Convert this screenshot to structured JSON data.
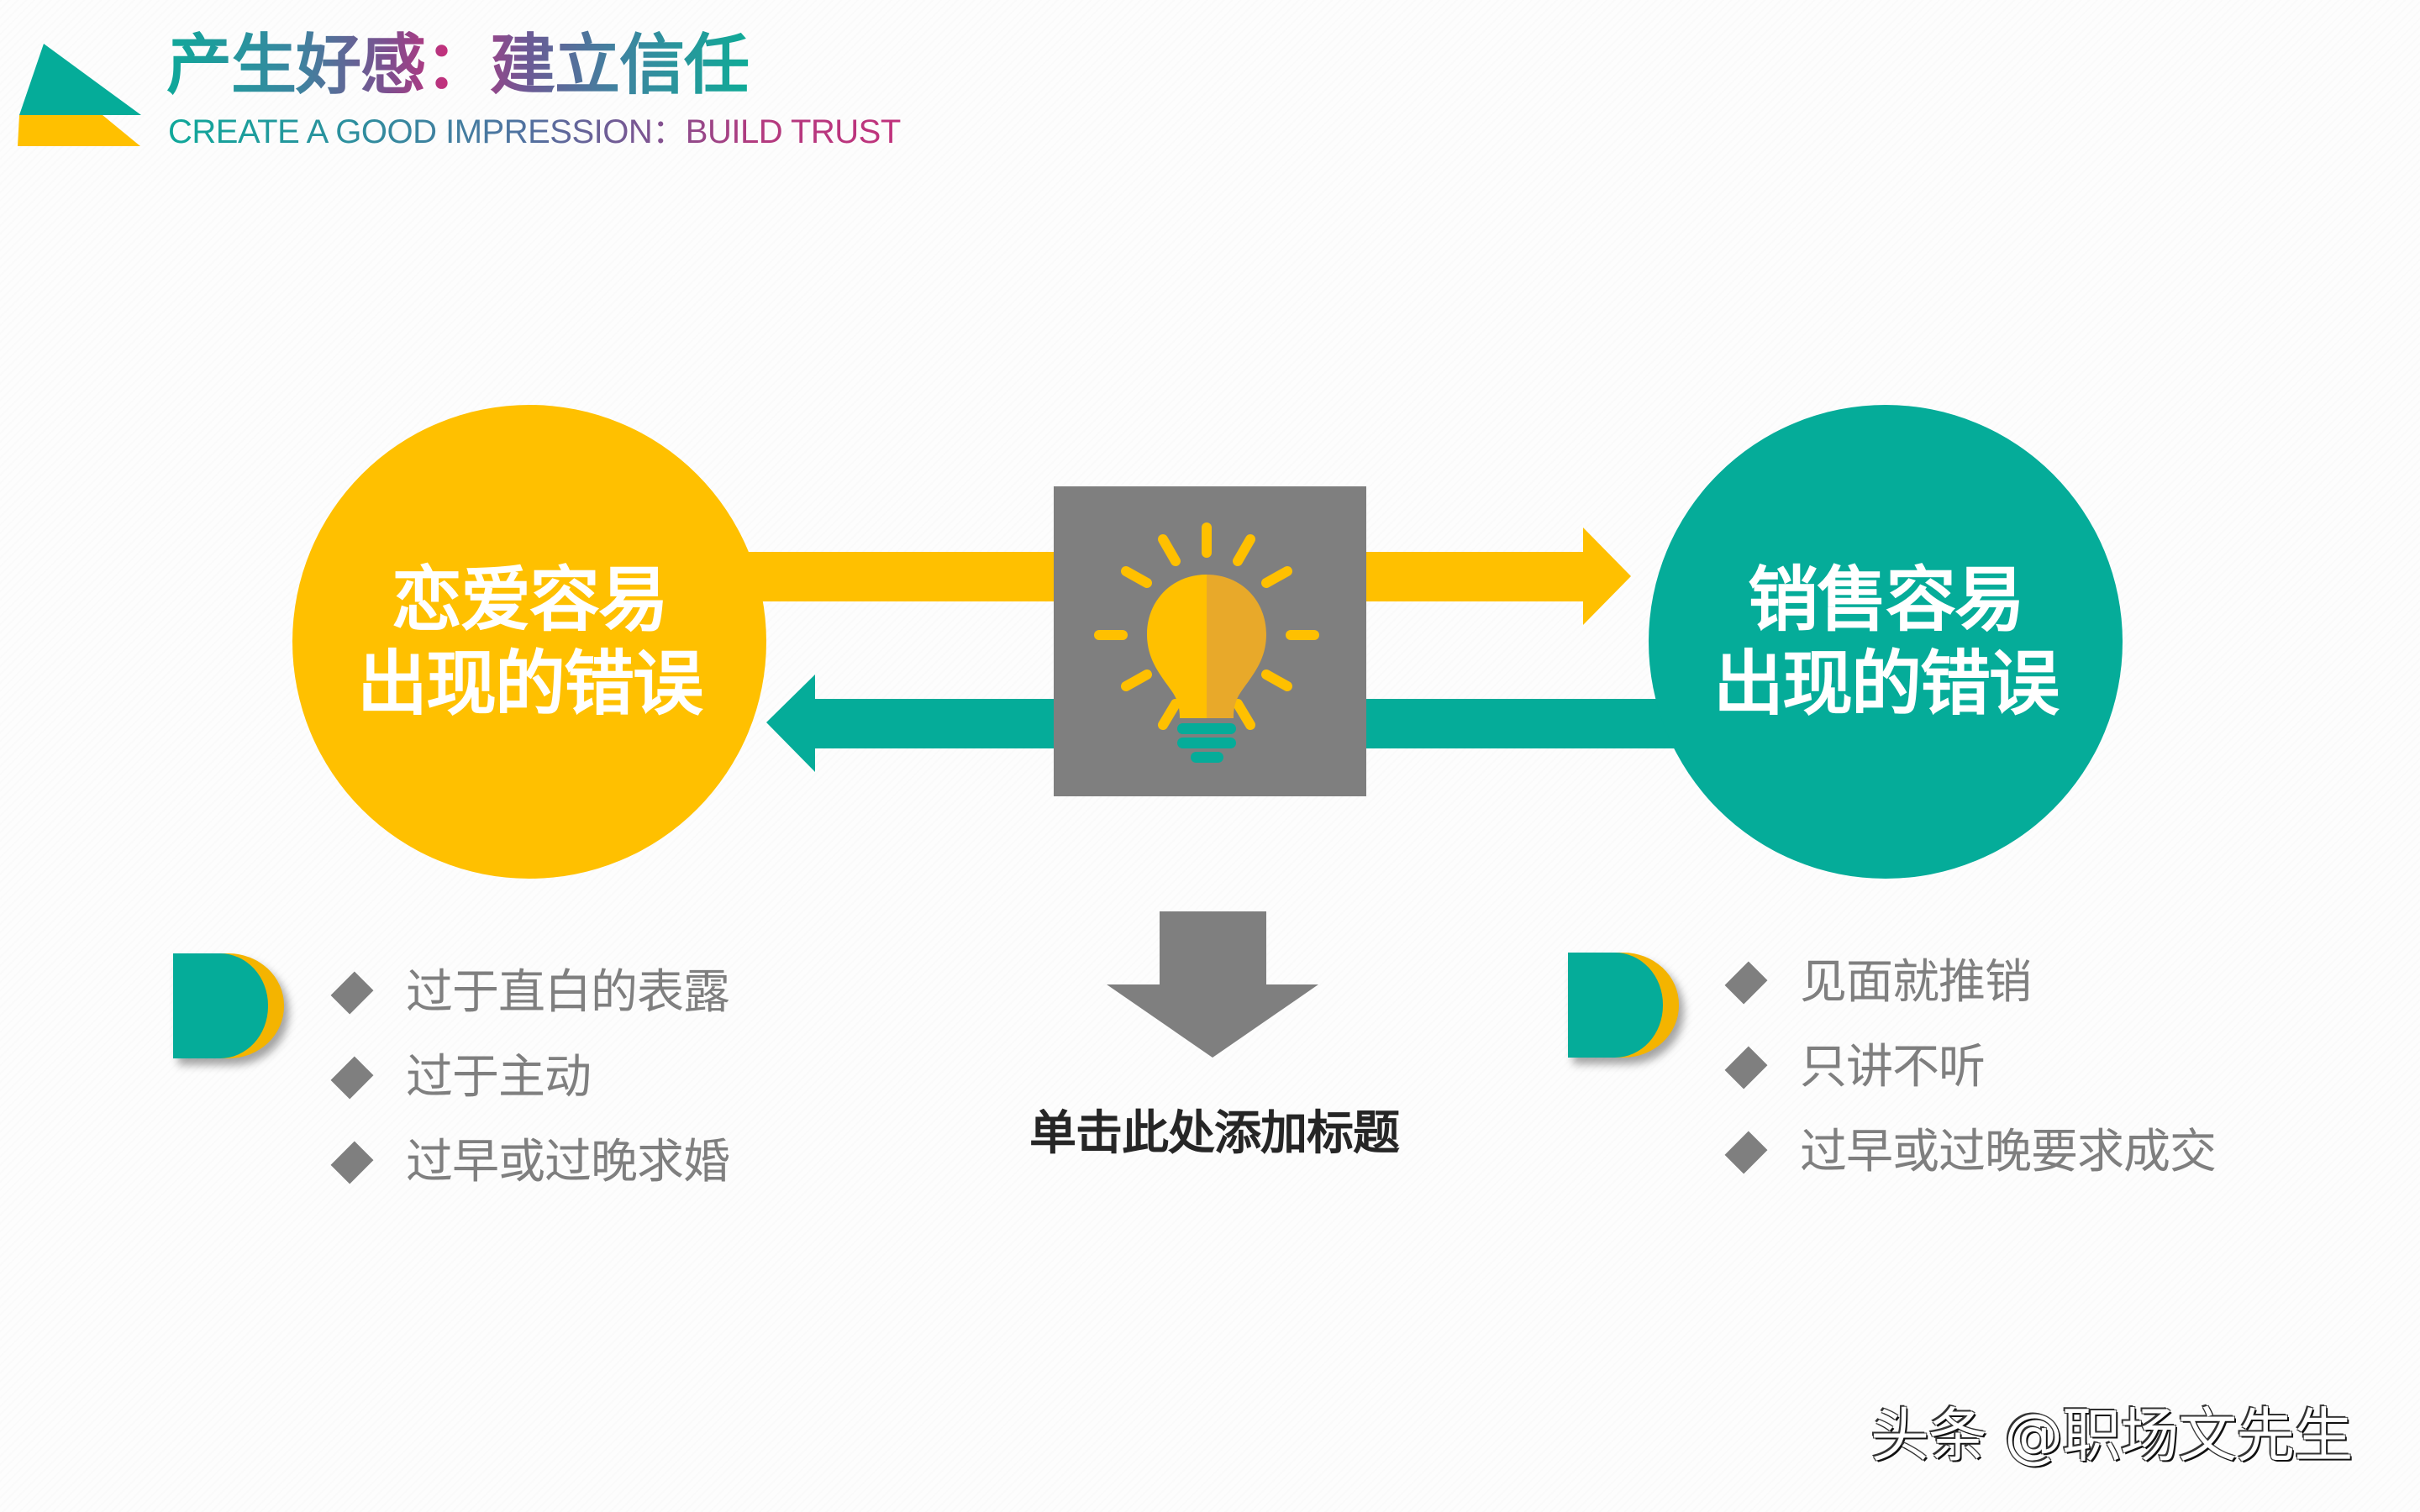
{
  "header": {
    "title": "产生好感：建立信任",
    "subtitle": "CREATE A GOOD IMPRESSION：BUILD TRUST",
    "logo_icon": "stacked-triangle-logo"
  },
  "colors": {
    "yellow": "#FFC000",
    "teal": "#05AC99",
    "gray": "#7F7F7F",
    "bulb_shade": "#E8A92A",
    "magenta": "#C2307C",
    "caption": "#262626"
  },
  "diagram": {
    "left_circle": {
      "line1": "恋爱容易",
      "line2": "出现的错误"
    },
    "right_circle": {
      "line1": "销售容易",
      "line2": "出现的错误"
    },
    "center_icon": "lightbulb-icon",
    "arrows": [
      "right-arrow-yellow",
      "left-arrow-teal",
      "down-arrow-gray"
    ],
    "caption": "单击此处添加标题"
  },
  "left_list": {
    "items": [
      {
        "label": "过于直白的表露"
      },
      {
        "label": "过于主动"
      },
      {
        "label": "过早或过晚求婚"
      }
    ]
  },
  "right_list": {
    "items": [
      {
        "label": "见面就推销"
      },
      {
        "label": "只讲不听"
      },
      {
        "label": "过早或过晚要求成交"
      }
    ]
  },
  "watermark": "头条 @职场文先生"
}
